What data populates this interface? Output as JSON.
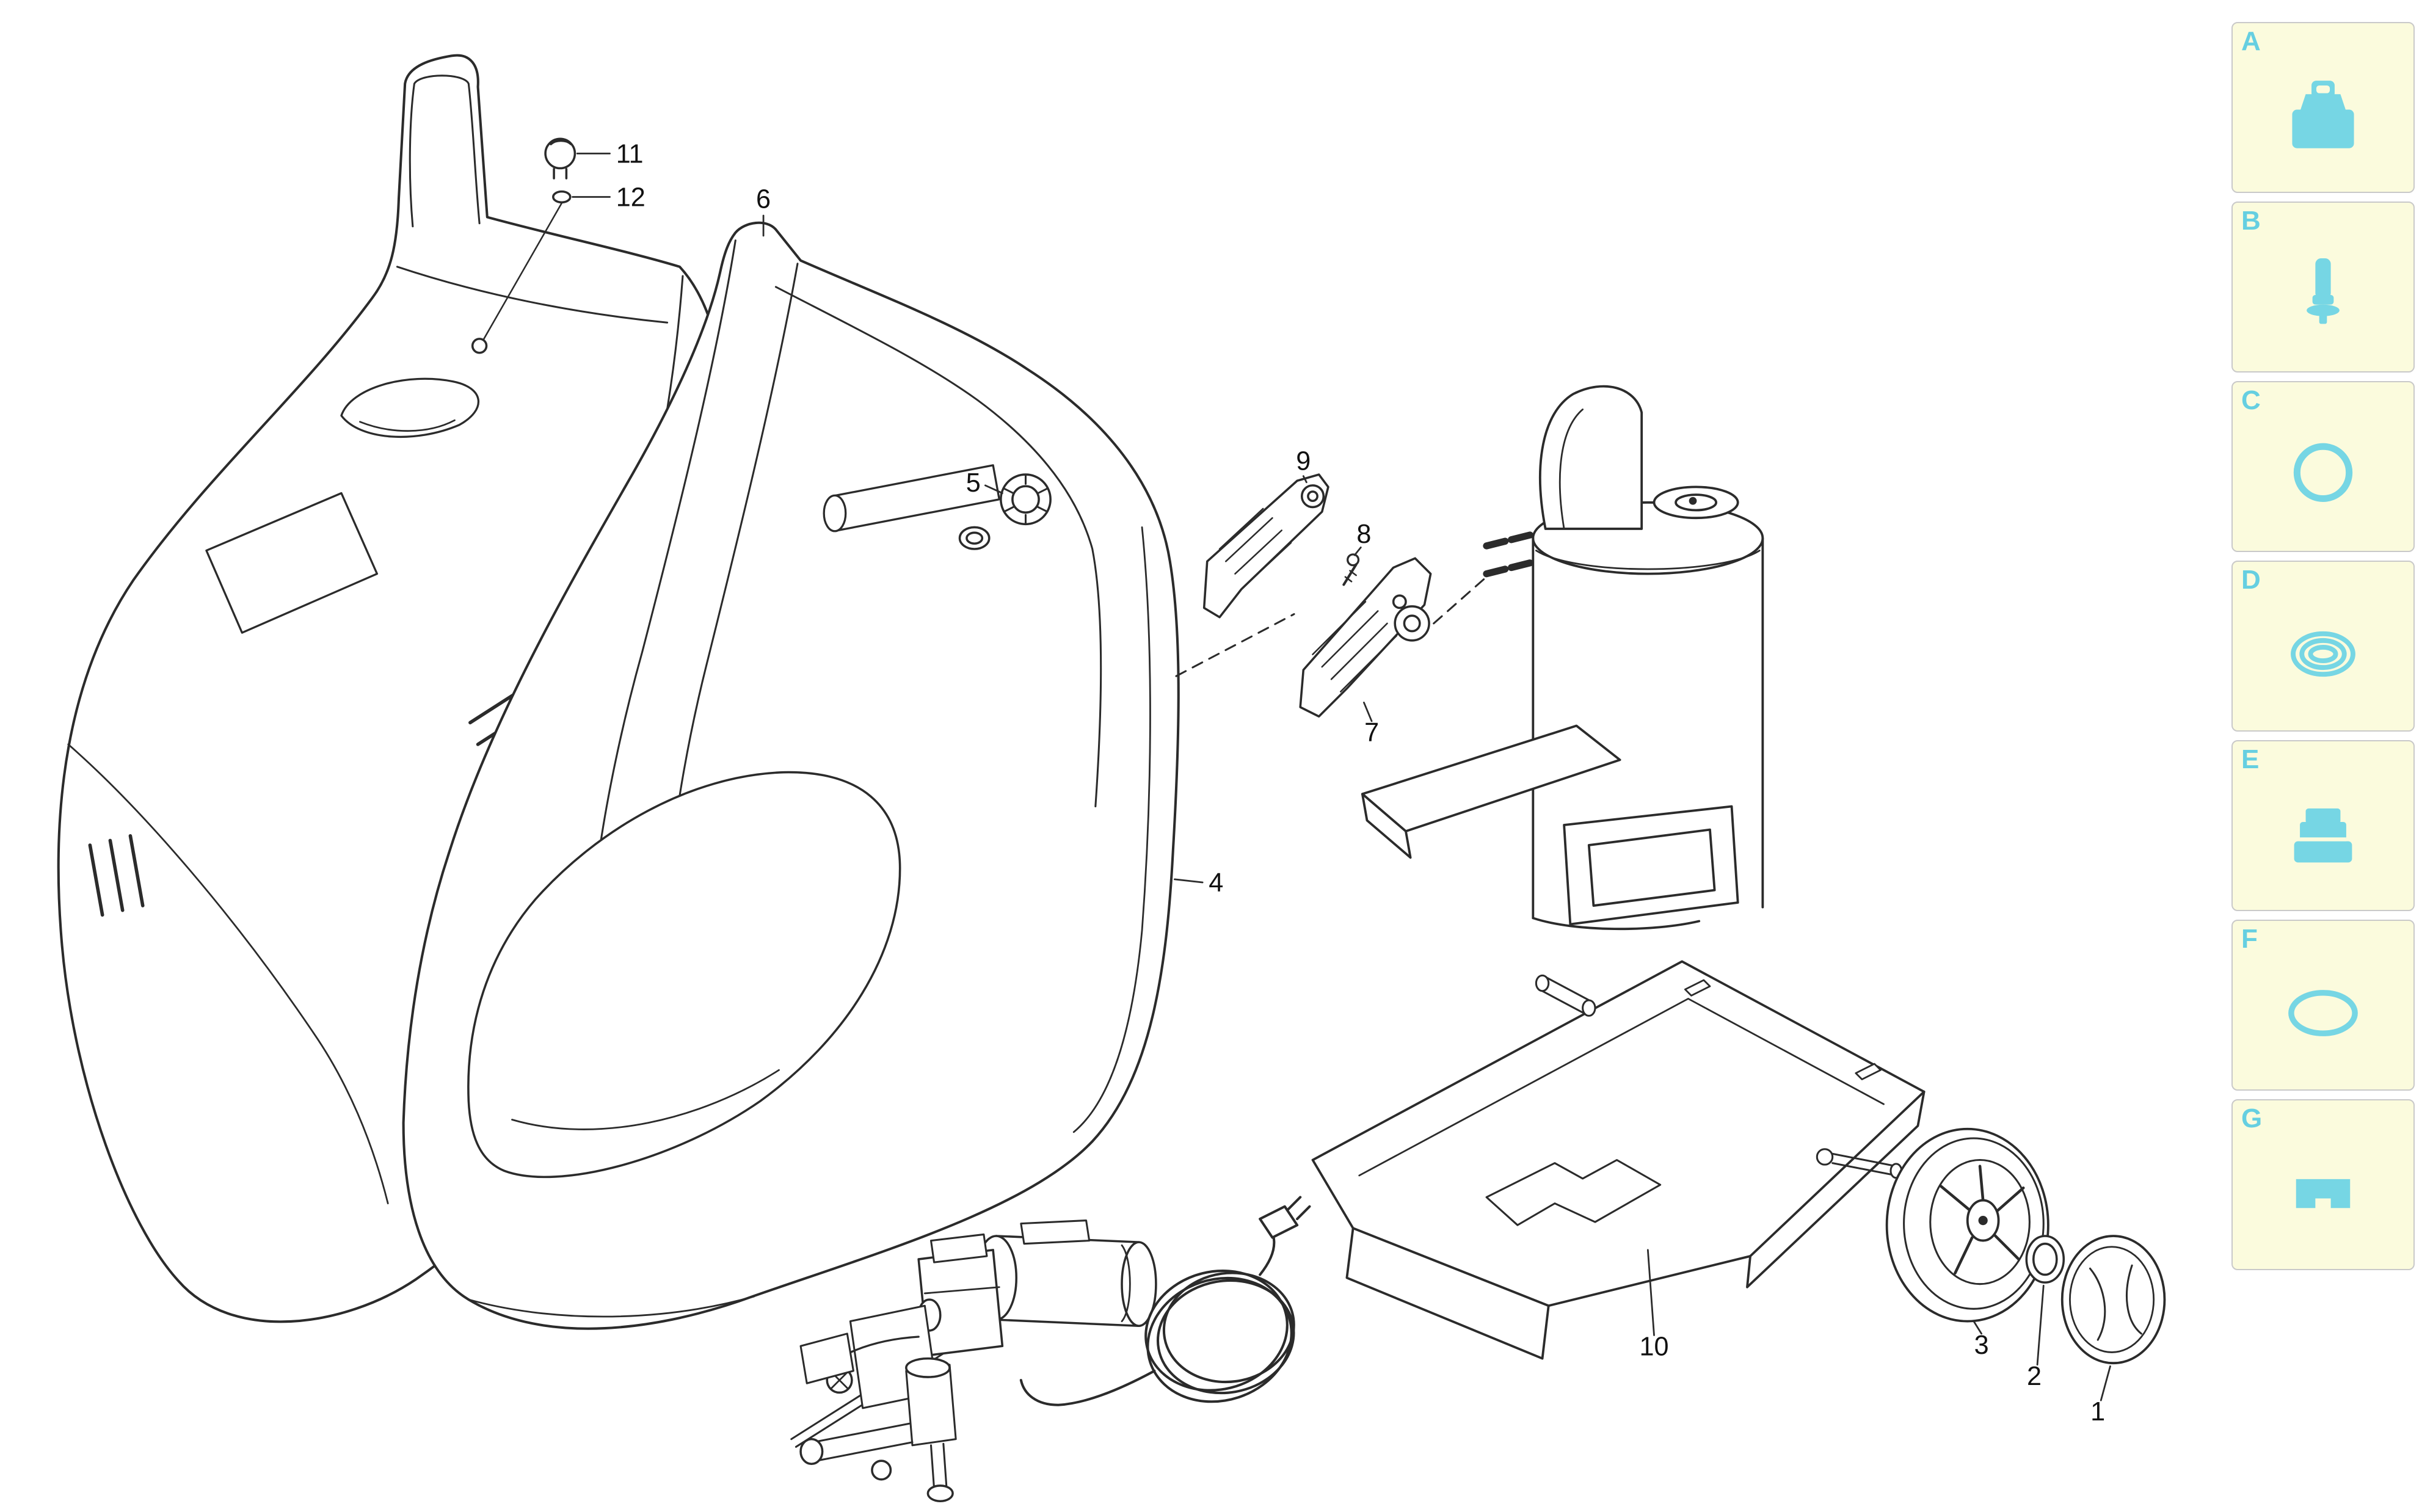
{
  "diagram": {
    "callouts": [
      {
        "label": "1"
      },
      {
        "label": "2"
      },
      {
        "label": "3"
      },
      {
        "label": "4"
      },
      {
        "label": "5"
      },
      {
        "label": "6"
      },
      {
        "label": "7"
      },
      {
        "label": "8"
      },
      {
        "label": "9"
      },
      {
        "label": "10"
      },
      {
        "label": "11"
      },
      {
        "label": "12"
      }
    ]
  },
  "sidebar": {
    "items": [
      {
        "letter": "A",
        "icon": "machine-cover-icon"
      },
      {
        "letter": "B",
        "icon": "plug-part-icon"
      },
      {
        "letter": "C",
        "icon": "o-ring-icon"
      },
      {
        "letter": "D",
        "icon": "seal-coil-icon"
      },
      {
        "letter": "E",
        "icon": "pump-block-icon"
      },
      {
        "letter": "F",
        "icon": "oval-ring-icon"
      },
      {
        "letter": "G",
        "icon": "connector-icon"
      }
    ]
  },
  "colors": {
    "accent_cyan": "#76d6e4",
    "letter_cyan": "#66cfe1",
    "panel_background": "#fbfbdd",
    "panel_border": "#c9c9c9",
    "line_color": "#2b2b2b",
    "label_color": "#111111",
    "page_background": "#ffffff"
  }
}
